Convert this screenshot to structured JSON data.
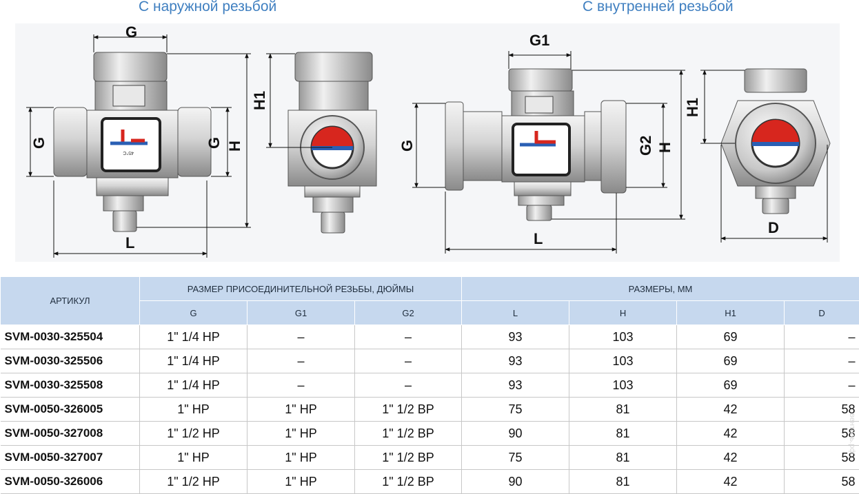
{
  "captions": {
    "left": "С наружной резьбой",
    "right": "С внутренней резьбой"
  },
  "drawing_labels": {
    "left_front": {
      "g_top": "G",
      "g_left": "G",
      "g_right": "G",
      "h": "H",
      "l": "L"
    },
    "left_side": {
      "h1": "H1"
    },
    "left_temp": "45°C",
    "right_front": {
      "g1": "G1",
      "g": "G",
      "g2": "G2",
      "h": "H",
      "l": "L"
    },
    "right_side": {
      "h1": "H1",
      "d": "D"
    }
  },
  "table": {
    "header": {
      "article": "АРТИКУЛ",
      "thread_group": "РАЗМЕР ПРИСОЕДИНИТЕЛЬНОЙ РЕЗЬБЫ, ДЮЙМЫ",
      "dims_group": "РАЗМЕРЫ, ММ",
      "cols": [
        "G",
        "G1",
        "G2",
        "L",
        "H",
        "H1",
        "D"
      ]
    },
    "rows": [
      [
        "SVM-0030-325504",
        "1\" 1/4 НР",
        "–",
        "–",
        "93",
        "103",
        "69",
        "–"
      ],
      [
        "SVM-0030-325506",
        "1\" 1/4 НР",
        "–",
        "–",
        "93",
        "103",
        "69",
        "–"
      ],
      [
        "SVM-0030-325508",
        "1\" 1/4 НР",
        "–",
        "–",
        "93",
        "103",
        "69",
        "–"
      ],
      [
        "SVM-0050-326005",
        "1\" НР",
        "1\" НР",
        "1\" 1/2 ВР",
        "75",
        "81",
        "42",
        "58"
      ],
      [
        "SVM-0050-327008",
        "1\" 1/2 НР",
        "1\" НР",
        "1\" 1/2 ВР",
        "90",
        "81",
        "42",
        "58"
      ],
      [
        "SVM-0050-327007",
        "1\" НР",
        "1\" НР",
        "1\" 1/2 ВР",
        "75",
        "81",
        "42",
        "58"
      ],
      [
        "SVM-0050-326006",
        "1\" 1/2 НР",
        "1\" НР",
        "1\" 1/2 ВР",
        "90",
        "81",
        "42",
        "58"
      ]
    ]
  },
  "watermark": "вентиль.рф",
  "colors": {
    "caption": "#3f7fc0",
    "header_bg": "#c6d8ee",
    "hot": "#d7261e",
    "cold": "#2a5fb4"
  }
}
